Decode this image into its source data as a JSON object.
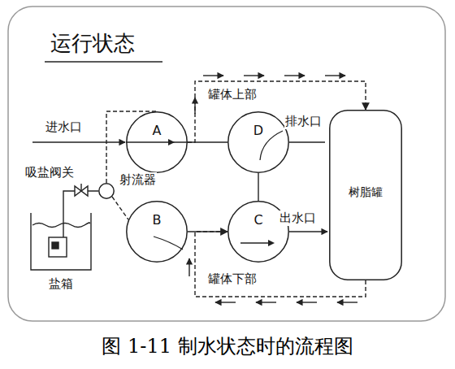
{
  "diagram": {
    "title": "运行状态",
    "caption": "图 1-11 制水状态时的流程图",
    "nodes": [
      {
        "text": [
          "A"
        ]
      },
      {
        "text": [
          "D"
        ]
      },
      {
        "text": [
          "射流器"
        ]
      },
      {
        "text": [
          "B"
        ]
      },
      {
        "text": [
          "C"
        ]
      },
      {
        "text": [
          "树脂罐"
        ]
      },
      {
        "text": [
          "盐箱"
        ]
      }
    ],
    "edges": [
      {
        "from": 0,
        "to": 1,
        "arrow": "none"
      },
      {
        "from": 0,
        "to": 5,
        "arrow": "to"
      },
      {
        "from": 1,
        "to": 4,
        "arrow": "none"
      },
      {
        "from": 2,
        "to": 0,
        "arrow": "none"
      },
      {
        "from": 2,
        "to": 3,
        "arrow": "none"
      },
      {
        "from": 3,
        "to": 4,
        "arrow": "none"
      },
      {
        "from": 5,
        "to": 4,
        "arrow": "to"
      },
      {
        "from": 6,
        "to": 2,
        "arrow": "none"
      }
    ],
    "labels": [
      "进水口",
      "吸盐阀关",
      "罐体上部",
      "排水口",
      "出水口",
      "罐体下部"
    ]
  }
}
